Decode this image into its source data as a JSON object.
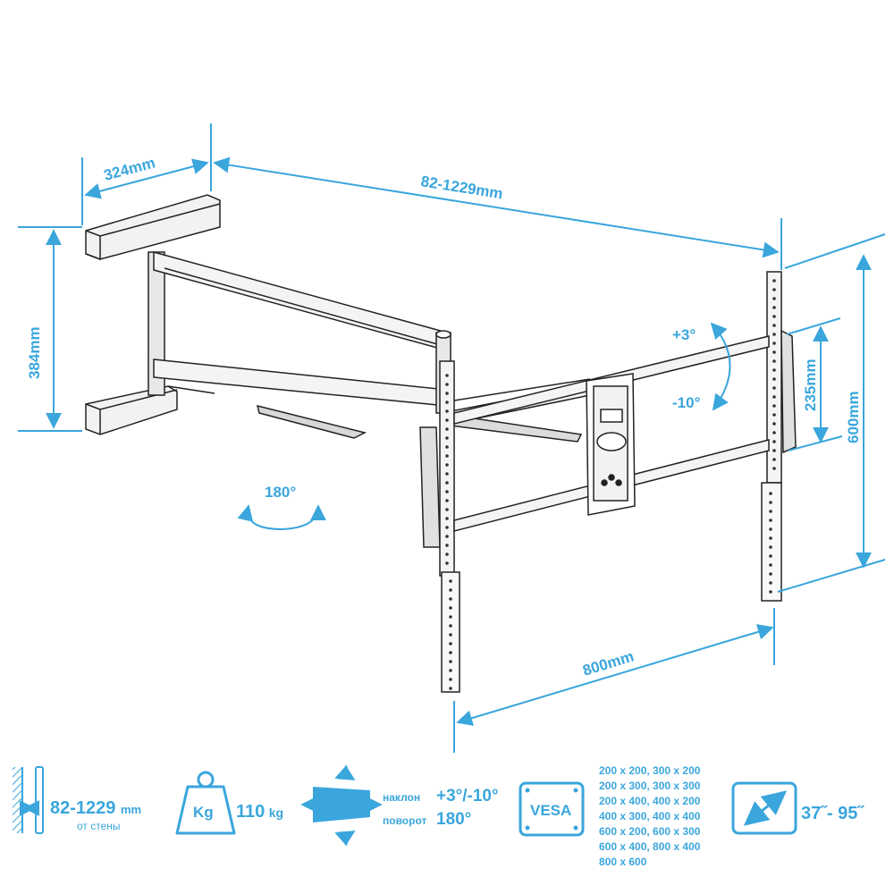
{
  "dimensions": {
    "arm_depth": "324mm",
    "extension": "82-1229mm",
    "wall_plate_height": "384mm",
    "vesa_vertical_max": "600mm",
    "vesa_vertical_inner": "235mm",
    "vesa_horizontal_max": "800mm"
  },
  "angles": {
    "tilt_up": "+3°",
    "tilt_down": "-10°",
    "swivel": "180°"
  },
  "specs": {
    "distance_value": "82-1229",
    "distance_unit": "mm",
    "distance_caption": "от стены",
    "weight_icon_label": "Kg",
    "weight_value": "110",
    "weight_unit": "kg",
    "tilt_label": "наклон",
    "tilt_value": "+3°/-10°",
    "swivel_label": "поворот",
    "swivel_value": "180°",
    "vesa_badge": "VESA",
    "vesa_sizes": [
      "200 x 200, 300 x 200",
      "200 x 300, 300 x 300",
      "200 x 400, 400 x 200",
      "400 x 300, 400 x 400",
      "600 x 200, 600 x 300",
      "600 x 400, 800 x 400",
      "800 x 600"
    ],
    "screen_size": "37˝- 95˝"
  },
  "colors": {
    "accent": "#3aa6dc",
    "metal_light": "#eeeeee",
    "metal_dark": "#333333"
  }
}
